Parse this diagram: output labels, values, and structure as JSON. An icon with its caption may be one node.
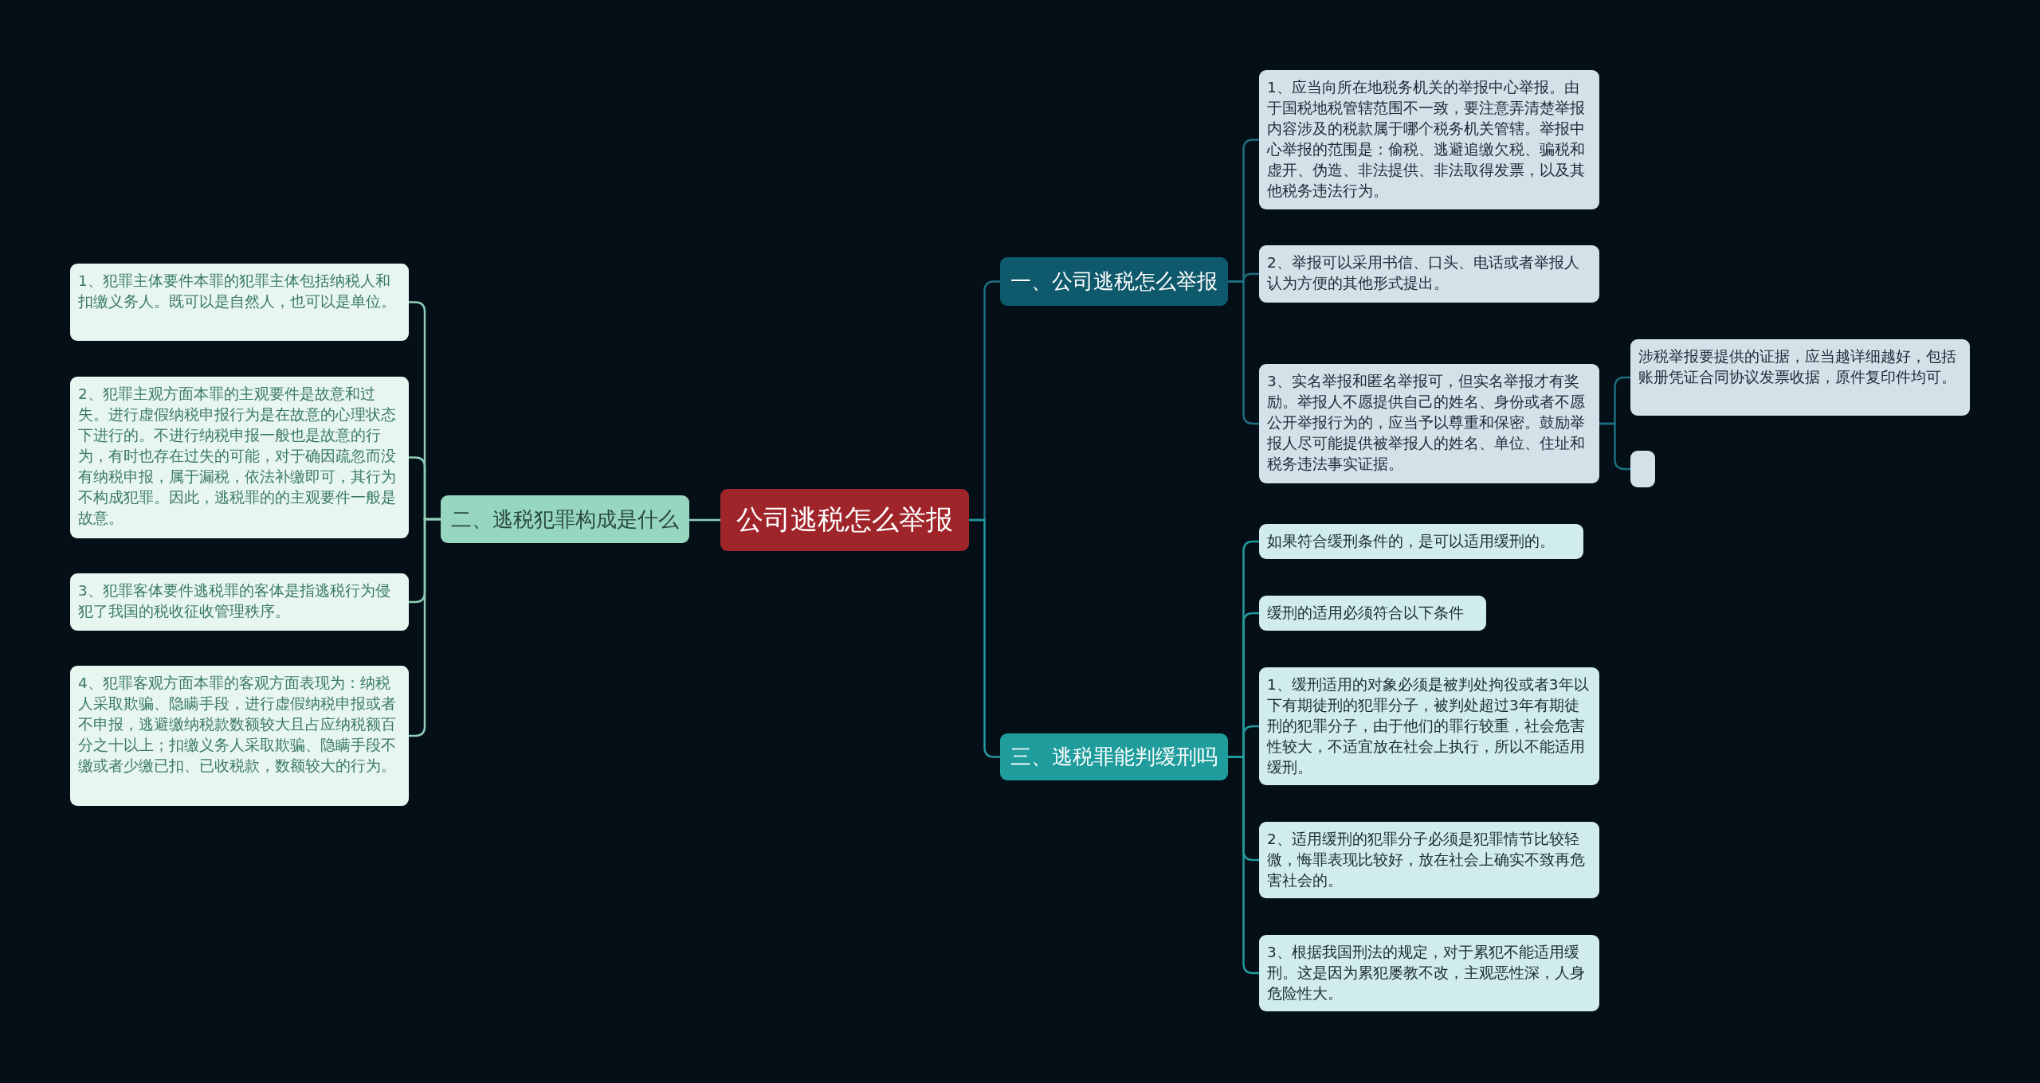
{
  "diagram": {
    "nodes": [
      {
        "text": [
          "公司逃税怎么举报"
        ]
      },
      {
        "text": [
          "一、公司逃税怎么举报"
        ]
      },
      {
        "text": [
          "1、应当向所在地税务机关的举报中心举报。由于国税地税管辖范围不一致，要注意弄清楚举报内容涉及的税款属于哪个税务机关管辖。举报中心举报的范围是：偷税、逃避追缴欠税、骗税和虚开、伪造、非法提供、非法取得发票，以及其他税务违法行为。"
        ]
      },
      {
        "text": [
          "2、举报可以采用书信、口头、电话或者举报人认为方便的其他形式提出。"
        ]
      },
      {
        "text": [
          "3、实名举报和匿名举报可，但实名举报才有奖励。举报人不愿提供自己的姓名、身份或者不愿公开举报行为的，应当予以尊重和保密。鼓励举报人尽可能提供被举报人的姓名、单位、住址和税务违法事实证据。"
        ]
      },
      {
        "text": [
          "涉税举报要提供的证据，应当越详细越好，包括账册凭证合同协议发票收据，原件复印件均可。"
        ]
      },
      {
        "text": [],
        "shape": "box"
      },
      {
        "text": [
          "二、逃税犯罪构成是什么"
        ]
      },
      {
        "text": [
          "1、犯罪主体要件本罪的犯罪主体包括纳税人和扣缴义务人。既可以是自然人，也可以是单位。"
        ]
      },
      {
        "text": [
          "2、犯罪主观方面本罪的主观要件是故意和过失。进行虚假纳税申报行为是在故意的心理状态下进行的。不进行纳税申报一般也是故意的行为，有时也存在过失的可能，对于确因疏忽而没有纳税申报，属于漏税，依法补缴即可，其行为不构成犯罪。因此，逃税罪的的主观要件一般是故意。"
        ]
      },
      {
        "text": [
          "3、犯罪客体要件逃税罪的客体是指逃税行为侵犯了我国的税收征收管理秩序。"
        ]
      },
      {
        "text": [
          "4、犯罪客观方面本罪的客观方面表现为：纳税人采取欺骗、隐瞒手段，进行虚假纳税申报或者不申报，逃避缴纳税款数额较大且占应纳税额百分之十以上；扣缴义务人采取欺骗、隐瞒手段不缴或者少缴已扣、已收税款，数额较大的行为。"
        ]
      },
      {
        "text": [
          "三、逃税罪能判缓刑吗"
        ]
      },
      {
        "text": [
          "如果符合缓刑条件的，是可以适用缓刑的。"
        ]
      },
      {
        "text": [
          "缓刑的适用必须符合以下条件"
        ]
      },
      {
        "text": [
          "1、缓刑适用的对象必须是被判处拘役或者3年以下有期徒刑的犯罪分子，被判处超过3年有期徒刑的犯罪分子，由于他们的罪行较重，社会危害性较大，不适宜放在社会上执行，所以不能适用缓刑。"
        ]
      },
      {
        "text": [
          "2、适用缓刑的犯罪分子必须是犯罪情节比较轻微，悔罪表现比较好，放在社会上确实不致再危害社会的。"
        ]
      },
      {
        "text": [
          "3、根据我国刑法的规定，对于累犯不能适用缓刑。这是因为累犯屡教不改，主观恶性深，人身危险性大。"
        ]
      }
    ],
    "edges": [
      {
        "from": 0,
        "to": 1,
        "arrow": "none",
        "color": "#1d6f80"
      },
      {
        "from": 1,
        "to": 2,
        "arrow": "none",
        "color": "#1d6f80"
      },
      {
        "from": 1,
        "to": 3,
        "arrow": "none",
        "color": "#1d6f80"
      },
      {
        "from": 1,
        "to": 4,
        "arrow": "none",
        "color": "#1d6f80"
      },
      {
        "from": 4,
        "to": 5,
        "arrow": "none",
        "color": "#1d6f80"
      },
      {
        "from": 4,
        "to": 6,
        "arrow": "none",
        "color": "#1d6f80"
      },
      {
        "from": 0,
        "to": 7,
        "arrow": "none",
        "color": "#8fcdb8"
      },
      {
        "from": 7,
        "to": 8,
        "arrow": "none",
        "color": "#8fcdb8"
      },
      {
        "from": 7,
        "to": 9,
        "arrow": "none",
        "color": "#8fcdb8"
      },
      {
        "from": 7,
        "to": 10,
        "arrow": "none",
        "color": "#8fcdb8"
      },
      {
        "from": 7,
        "to": 11,
        "arrow": "none",
        "color": "#8fcdb8"
      },
      {
        "from": 0,
        "to": 12,
        "arrow": "none",
        "color": "#229a9c"
      },
      {
        "from": 12,
        "to": 13,
        "arrow": "none",
        "color": "#229a9c"
      },
      {
        "from": 12,
        "to": 14,
        "arrow": "none",
        "color": "#229a9c"
      },
      {
        "from": 12,
        "to": 15,
        "arrow": "none",
        "color": "#229a9c"
      },
      {
        "from": 12,
        "to": 16,
        "arrow": "none",
        "color": "#229a9c"
      },
      {
        "from": 12,
        "to": 17,
        "arrow": "none",
        "color": "#229a9c"
      }
    ]
  }
}
